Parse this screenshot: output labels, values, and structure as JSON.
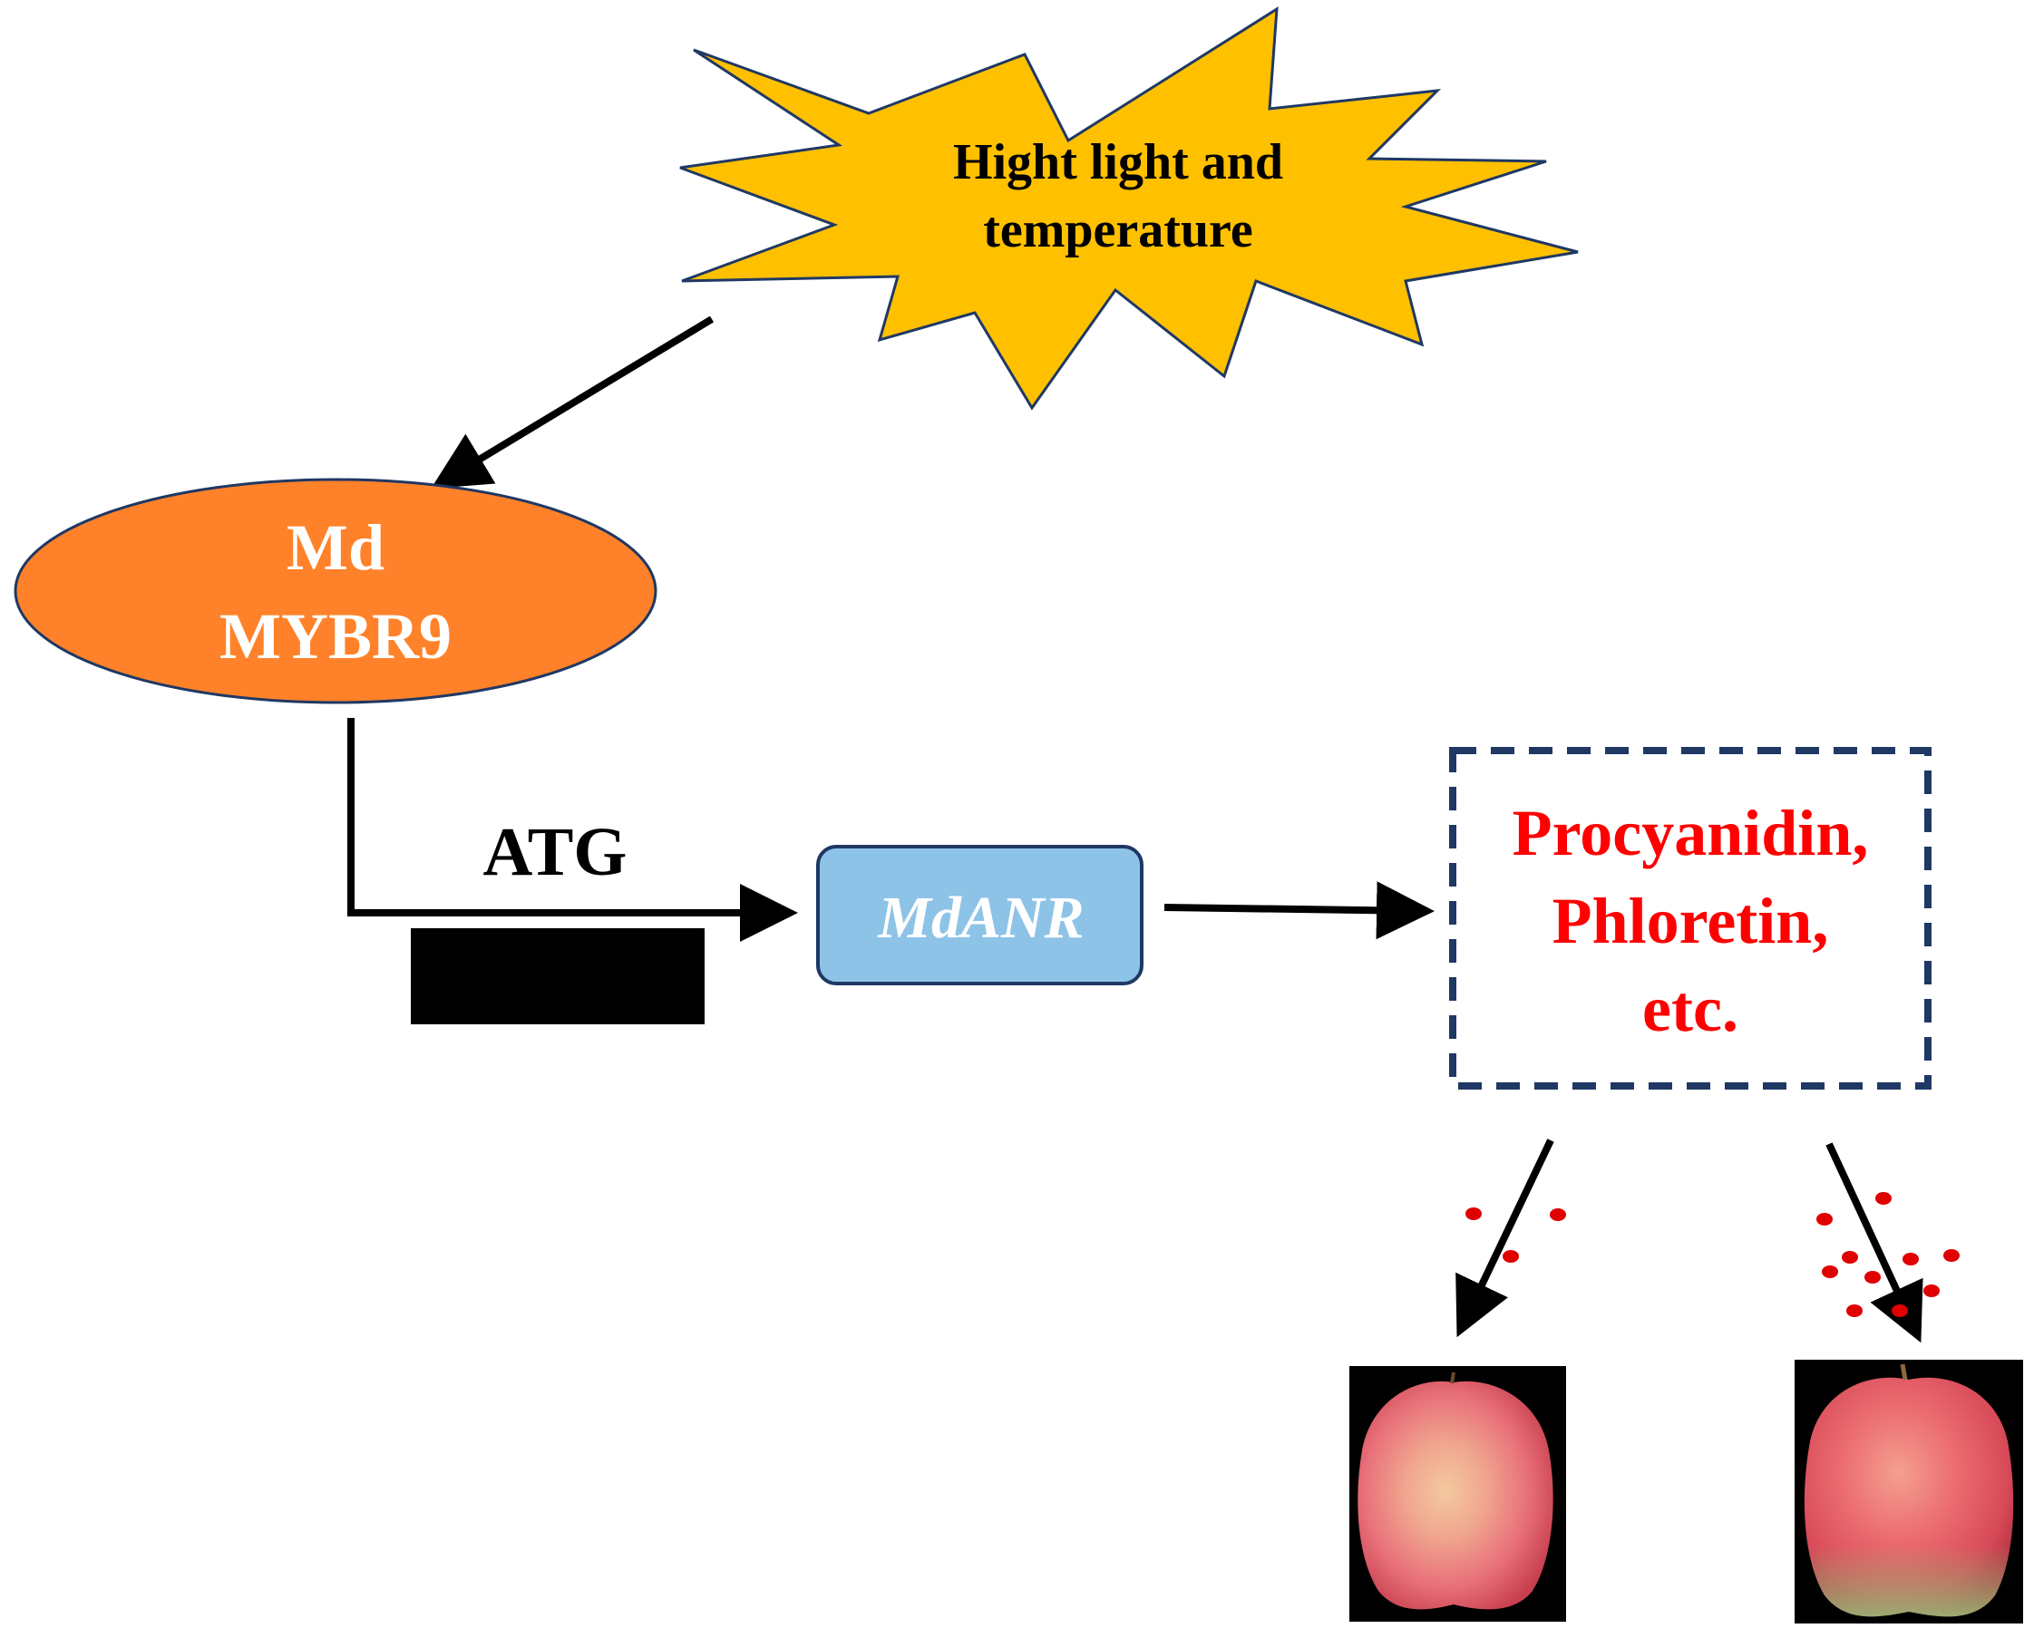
{
  "stimulus": {
    "line1": "Hight light and",
    "line2": "temperature"
  },
  "regulator": {
    "line1": "Md",
    "line2": "MYBR9"
  },
  "promoter": {
    "label": "ATG"
  },
  "gene": {
    "label": "MdANR"
  },
  "products": {
    "line1": "Procyanidin,",
    "line2": "Phloretin,",
    "line3": "etc."
  },
  "colors": {
    "star_fill": "#FFC000",
    "star_stroke": "#1F3864",
    "oval_fill": "#FF822A",
    "gene_box_fill": "#8EC3E8",
    "gene_box_stroke": "#1F3864",
    "product_text": "#FF0000",
    "dashed_border": "#1F3864",
    "dot_color": "#E00000"
  },
  "icons": {
    "left_fruit": "apple-photo-left",
    "right_fruit": "apple-photo-right"
  }
}
